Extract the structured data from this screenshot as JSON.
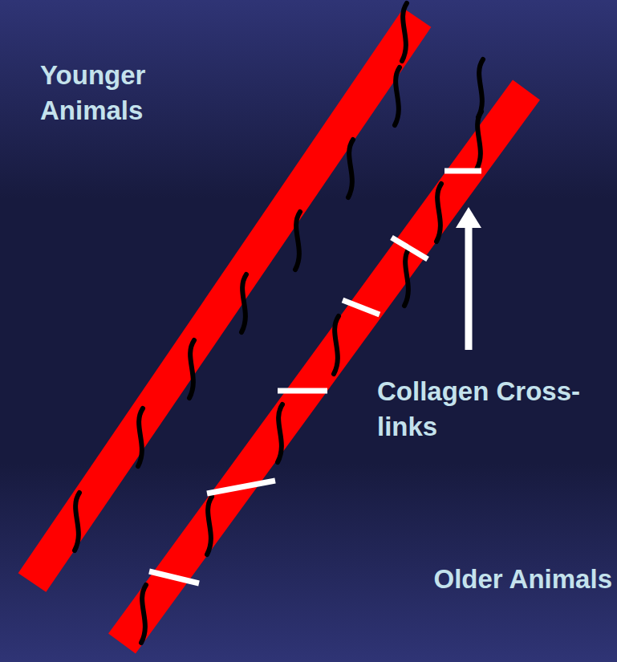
{
  "diagram": {
    "labels": [
      "Younger Animals",
      "Collagen Cross-links",
      "Older Animals"
    ]
  }
}
